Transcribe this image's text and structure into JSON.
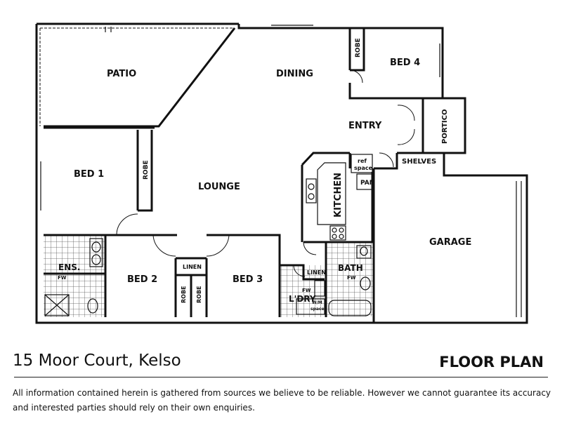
{
  "rooms": {
    "patio": "PATIO",
    "dining": "DINING",
    "robe": "ROBE",
    "bed4": "BED 4",
    "entry": "ENTRY",
    "portico": "PORTICO",
    "bed1": "BED 1",
    "lounge": "LOUNGE",
    "ref_space_1": "ref",
    "ref_space_2": "space",
    "shelves": "SHELVES",
    "pan": "PAN",
    "kitchen": "KITCHEN",
    "garage": "GARAGE",
    "ens": "ENS.",
    "fw": "FW",
    "bed2": "BED 2",
    "linen": "LINEN",
    "bed3": "BED 3",
    "bath": "BATH",
    "ldry": "L'DRY",
    "wm_space_1": "W/M",
    "wm_space_2": "space"
  },
  "footer": {
    "address": "15 Moor Court, Kelso",
    "title": "FLOOR PLAN",
    "disclaimer_line1": "All information contained herein is gathered from sources we believe to be reliable.  However we cannot guarantee its accuracy",
    "disclaimer_line2": "and interested parties should rely on their own enquiries."
  }
}
